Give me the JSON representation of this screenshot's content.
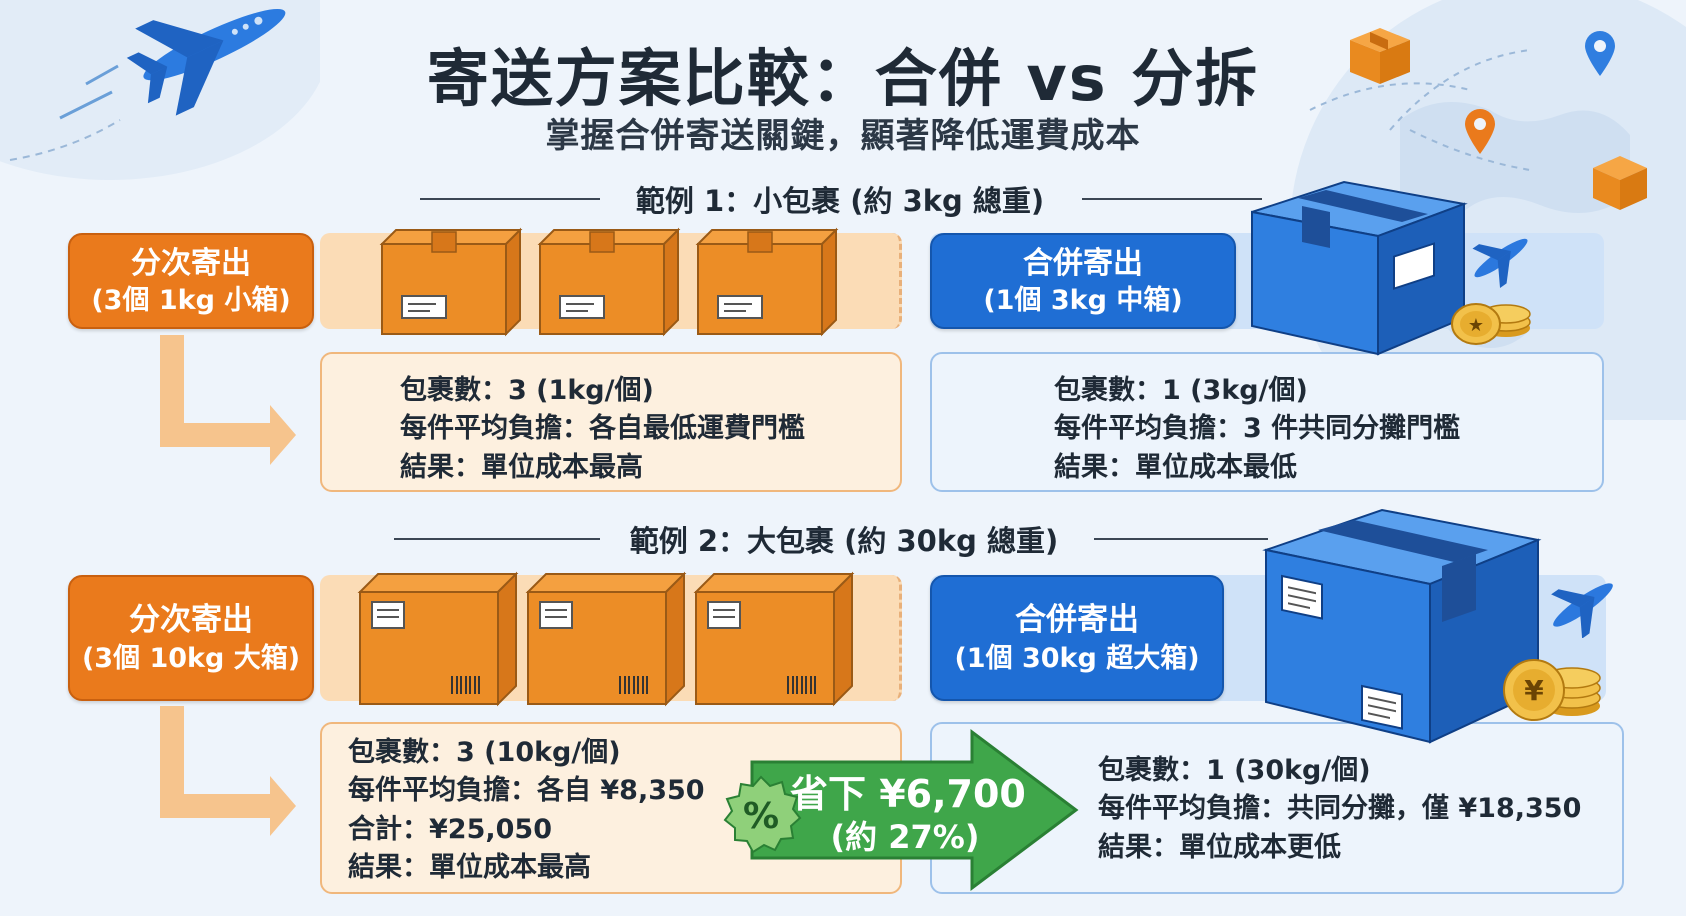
{
  "title": "寄送方案比較：合併 vs 分拆",
  "subtitle": "掌握合併寄送關鍵，顯著降低運費成本",
  "colors": {
    "orange": "#ea7a1c",
    "blue": "#1f6ed4",
    "green": "#3fa64a",
    "background": "#eef4fb"
  },
  "example1": {
    "heading": "範例 1：小包裹 (約 3kg 總重)",
    "split": {
      "label_line1": "分次寄出",
      "label_line2": "(3個 1kg 小箱)",
      "info": [
        "包裹數：3 (1kg/個)",
        "每件平均負擔：各自最低運費門檻",
        "結果：單位成本最高"
      ]
    },
    "merged": {
      "label_line1": "合併寄出",
      "label_line2": "(1個 3kg 中箱)",
      "info": [
        "包裹數：1 (3kg/個)",
        "每件平均負擔：3 件共同分攤門檻",
        "結果：單位成本最低"
      ]
    }
  },
  "example2": {
    "heading": "範例 2：大包裹 (約 30kg 總重)",
    "split": {
      "label_line1": "分次寄出",
      "label_line2": "(3個 10kg 大箱)",
      "info": [
        "包裹數：3 (10kg/個)",
        "每件平均負擔：各自 ¥8,350",
        "合計：¥25,050",
        "結果：單位成本最高"
      ]
    },
    "merged": {
      "label_line1": "合併寄出",
      "label_line2": "(1個 30kg 超大箱)",
      "info": [
        "包裹數：1 (30kg/個)",
        "每件平均負擔：共同分攤，僅 ¥18,350",
        "結果：單位成本更低"
      ]
    },
    "savings": {
      "line1": "省下 ¥6,700",
      "line2": "(約 27%)",
      "badge": "%"
    }
  },
  "icons": {
    "airplane": "airplane-icon",
    "box": "box-icon",
    "coins": "coins-icon",
    "pin": "location-pin-icon",
    "globe": "globe-icon",
    "percent": "percent-badge-icon"
  },
  "coin_symbols": {
    "small": "★",
    "large": "¥"
  }
}
